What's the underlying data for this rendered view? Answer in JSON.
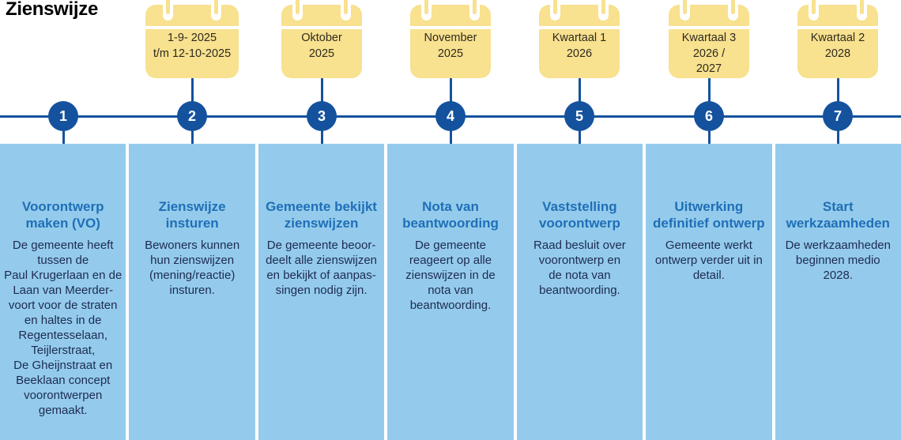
{
  "title": "Zienswijze",
  "colors": {
    "timeline_blue": "#14529E",
    "heading_blue": "#1F6FB7",
    "body_navy": "#1D2B50",
    "panel_blue": "#94CBEC",
    "calendar_yellow": "#F8E18F",
    "calendar_text": "#2E2A1F",
    "background": "#FFFFFF",
    "title_black": "#000000"
  },
  "steps": [
    {
      "number": "1",
      "icon": "pencil",
      "heading": "Voorontwerp\nmaken (VO)",
      "body": "De gemeente heeft\ntussen de\nPaul Krugerlaan en de\nLaan van Meerder-\nvoort voor de straten\nen haltes in de\nRegentesselaan,\nTeijlerstraat,\nDe Gheijnstraat en\nBeeklaan concept\nvoorontwerpen\ngemaakt."
    },
    {
      "number": "2",
      "date": "1-9- 2025\nt/m 12-10-2025",
      "icon": "speech-bubble",
      "heading": "Zienswijze\ninsturen",
      "body": "Bewoners kunnen\nhun zienswijzen\n(mening/reactie)\ninsturen."
    },
    {
      "number": "3",
      "date": "Oktober\n2025",
      "icon": "person-review",
      "heading": "Gemeente bekijkt\nzienswijzen",
      "body": "De gemeente beoor-\ndeelt alle zienswijzen\nen bekijkt of aanpas-\nsingen nodig zijn."
    },
    {
      "number": "4",
      "date": "November\n2025",
      "icon": "bullet-list",
      "heading": "Nota van\nbeantwoording",
      "body": "De gemeente\nreageert op alle\nzienswijzen in de\nnota van\nbeantwoording."
    },
    {
      "number": "5",
      "date": "Kwartaal 1\n2026",
      "icon": "gavel",
      "heading": "Vaststelling\nvoorontwerp",
      "body": "Raad besluit over\nvoorontwerp en\nde nota van\nbeantwoording."
    },
    {
      "number": "6",
      "date": "Kwartaal 3\n2026 /\n2027",
      "icon": "set-square",
      "heading": "Uitwerking\ndefinitief ontwerp",
      "body": "Gemeente werkt\nontwerp verder uit in\ndetail."
    },
    {
      "number": "7",
      "date": "Kwartaal 2\n2028",
      "icon": "construction-worker",
      "heading": "Start\nwerkzaamheden",
      "body": "De werkzaamheden\nbeginnen medio\n2028."
    }
  ]
}
